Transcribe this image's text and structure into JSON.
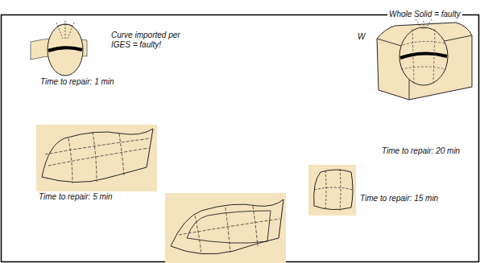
{
  "diagram": {
    "labels": [
      "Curve imported per IGES = faulty!",
      "Time to repair: 1 min",
      "W",
      "Whole Solid = faulty",
      "Time to repair: 20 min",
      "Time to repair: 5 min",
      "Time to repair: 15 min"
    ]
  }
}
